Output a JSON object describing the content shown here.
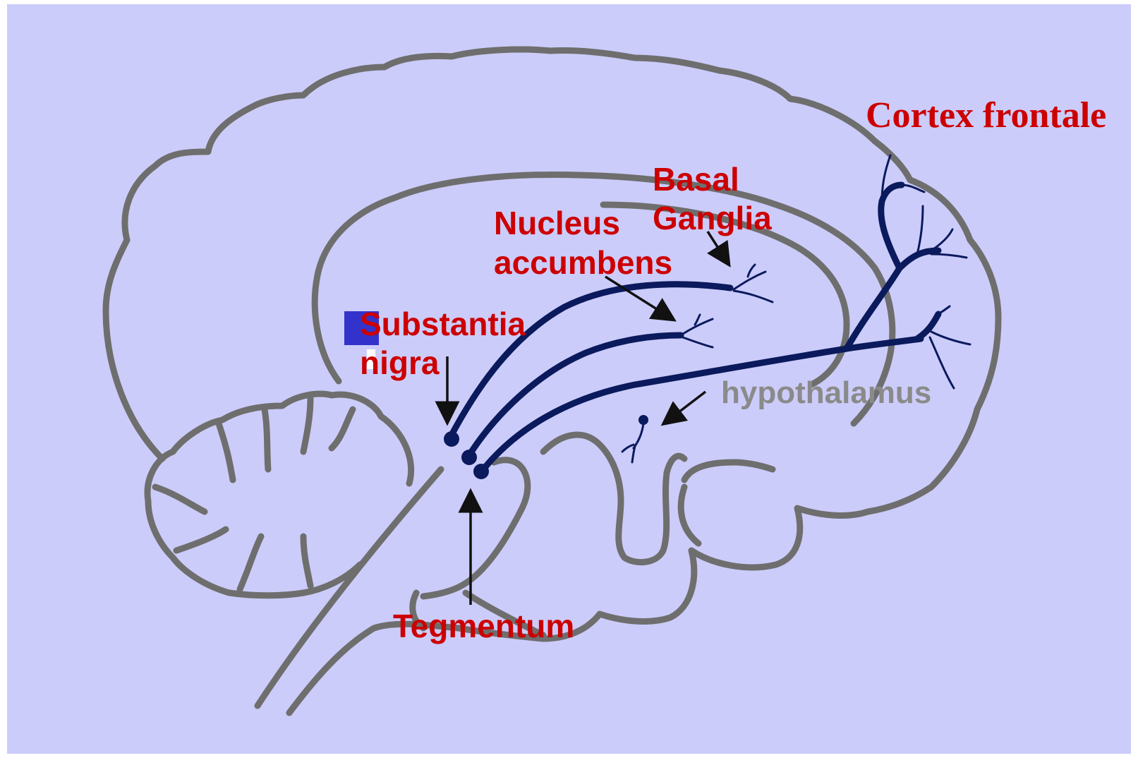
{
  "diagram": {
    "labels": {
      "cortex_frontale": "Cortex frontale",
      "basal": "Basal",
      "ganglia": "Ganglia",
      "nucleus": "Nucleus",
      "accumbens": "accumbens",
      "substantia": "Substantia",
      "nigra": "nigra",
      "hypothalamus": "hypothalamus",
      "tegmentum": "Tegmentum"
    },
    "colors": {
      "background": "#ccccfa",
      "label_red": "#cc0000",
      "label_gray": "#8a8a8a",
      "brain_outline": "#6e6e6e",
      "pathway": "#0a1a5c",
      "highlight_box": "#3333cc"
    }
  }
}
